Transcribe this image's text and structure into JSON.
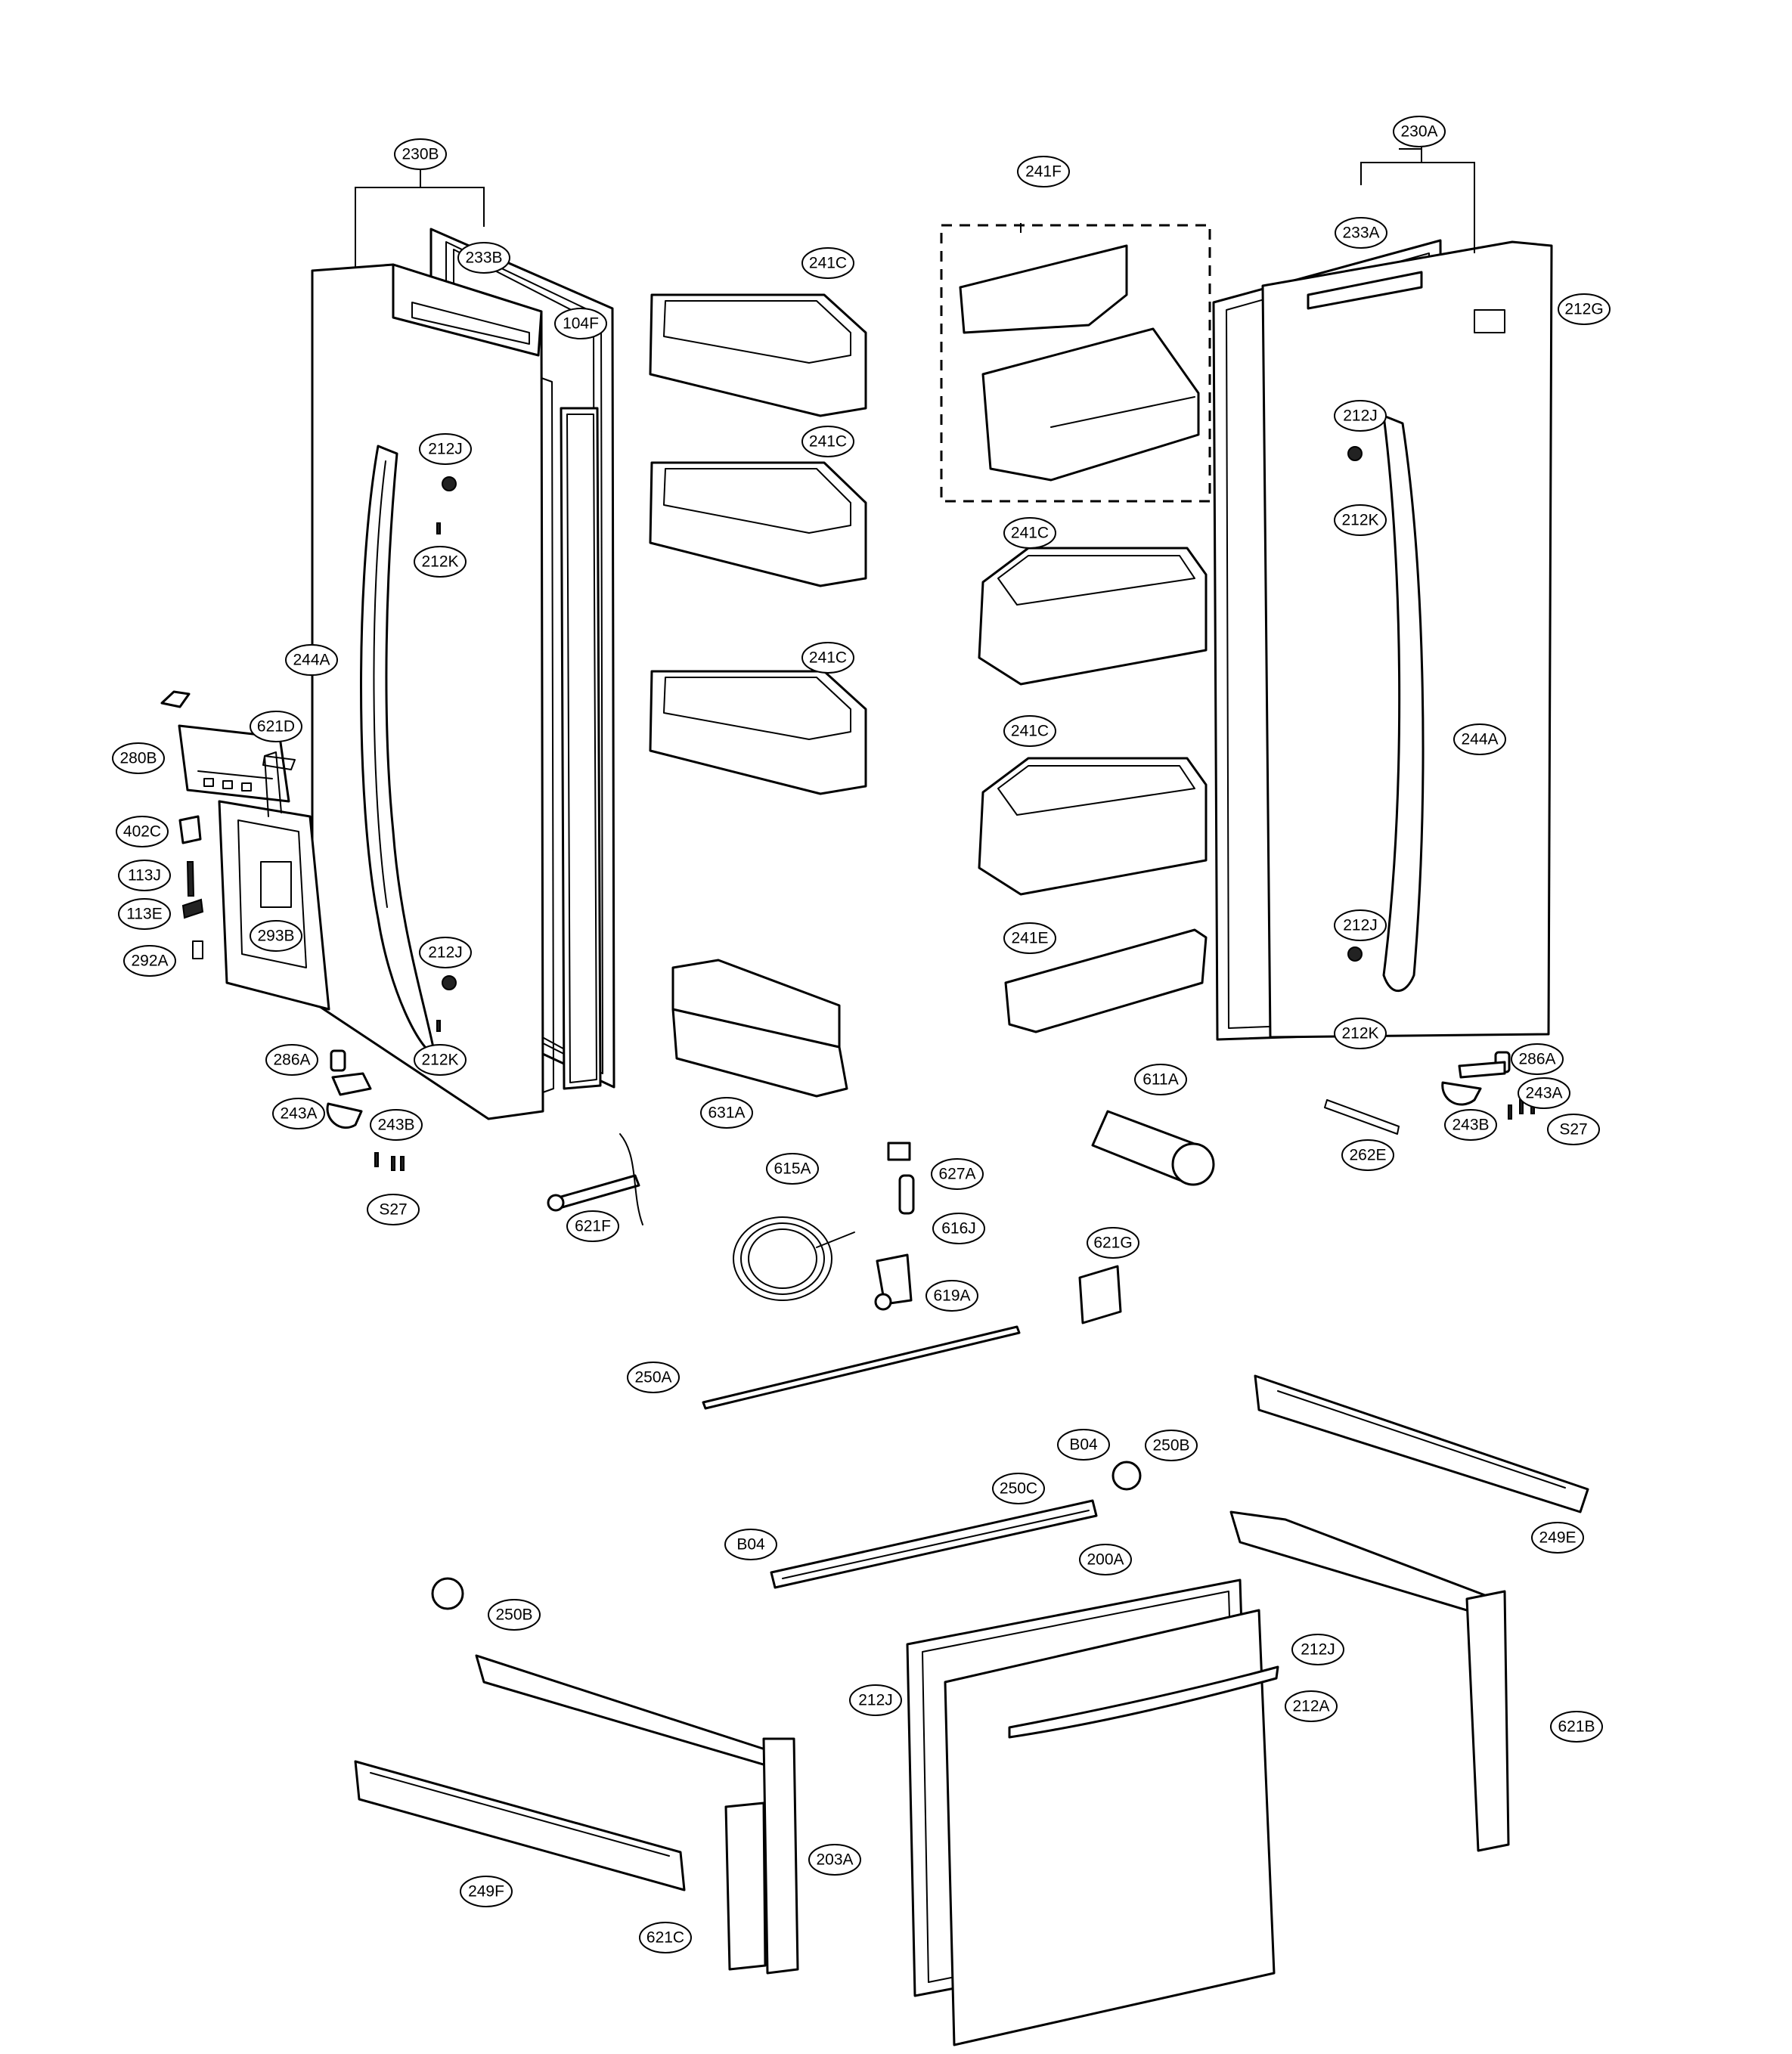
{
  "callouts": [
    {
      "id": "c-230B",
      "label": "230B"
    },
    {
      "id": "c-233B",
      "label": "233B"
    },
    {
      "id": "c-104F",
      "label": "104F"
    },
    {
      "id": "c-212J-a",
      "label": "212J"
    },
    {
      "id": "c-212K-a",
      "label": "212K"
    },
    {
      "id": "c-244A-a",
      "label": "244A"
    },
    {
      "id": "c-621D",
      "label": "621D"
    },
    {
      "id": "c-280B",
      "label": "280B"
    },
    {
      "id": "c-402C",
      "label": "402C"
    },
    {
      "id": "c-113J",
      "label": "113J"
    },
    {
      "id": "c-113E",
      "label": "113E"
    },
    {
      "id": "c-293B",
      "label": "293B"
    },
    {
      "id": "c-292A",
      "label": "292A"
    },
    {
      "id": "c-212J-b",
      "label": "212J"
    },
    {
      "id": "c-212K-b",
      "label": "212K"
    },
    {
      "id": "c-286A-a",
      "label": "286A"
    },
    {
      "id": "c-243A-a",
      "label": "243A"
    },
    {
      "id": "c-243B-a",
      "label": "243B"
    },
    {
      "id": "c-S27-a",
      "label": "S27"
    },
    {
      "id": "c-241C-1",
      "label": "241C"
    },
    {
      "id": "c-241C-2",
      "label": "241C"
    },
    {
      "id": "c-241C-3",
      "label": "241C"
    },
    {
      "id": "c-631A",
      "label": "631A"
    },
    {
      "id": "c-621F",
      "label": "621F"
    },
    {
      "id": "c-615A",
      "label": "615A"
    },
    {
      "id": "c-627A",
      "label": "627A"
    },
    {
      "id": "c-616J",
      "label": "616J"
    },
    {
      "id": "c-619A",
      "label": "619A"
    },
    {
      "id": "c-241F",
      "label": "241F"
    },
    {
      "id": "c-241C-4",
      "label": "241C"
    },
    {
      "id": "c-241C-5",
      "label": "241C"
    },
    {
      "id": "c-241E",
      "label": "241E"
    },
    {
      "id": "c-611A",
      "label": "611A"
    },
    {
      "id": "c-621G",
      "label": "621G"
    },
    {
      "id": "c-230A",
      "label": "230A"
    },
    {
      "id": "c-233A",
      "label": "233A"
    },
    {
      "id": "c-212G",
      "label": "212G"
    },
    {
      "id": "c-212J-c",
      "label": "212J"
    },
    {
      "id": "c-212K-c",
      "label": "212K"
    },
    {
      "id": "c-244A-b",
      "label": "244A"
    },
    {
      "id": "c-212J-d",
      "label": "212J"
    },
    {
      "id": "c-212K-d",
      "label": "212K"
    },
    {
      "id": "c-286A-b",
      "label": "286A"
    },
    {
      "id": "c-243A-b",
      "label": "243A"
    },
    {
      "id": "c-243B-b",
      "label": "243B"
    },
    {
      "id": "c-S27-b",
      "label": "S27"
    },
    {
      "id": "c-262E",
      "label": "262E"
    },
    {
      "id": "c-250A",
      "label": "250A"
    },
    {
      "id": "c-B04-a",
      "label": "B04"
    },
    {
      "id": "c-250B-a",
      "label": "250B"
    },
    {
      "id": "c-249E",
      "label": "249E"
    },
    {
      "id": "c-250C",
      "label": "250C"
    },
    {
      "id": "c-B04-b",
      "label": "B04"
    },
    {
      "id": "c-200A",
      "label": "200A"
    },
    {
      "id": "c-212J-e",
      "label": "212J"
    },
    {
      "id": "c-212J-f",
      "label": "212J"
    },
    {
      "id": "c-212A",
      "label": "212A"
    },
    {
      "id": "c-621B",
      "label": "621B"
    },
    {
      "id": "c-250B-b",
      "label": "250B"
    },
    {
      "id": "c-203A",
      "label": "203A"
    },
    {
      "id": "c-249F",
      "label": "249F"
    },
    {
      "id": "c-621C",
      "label": "621C"
    }
  ]
}
